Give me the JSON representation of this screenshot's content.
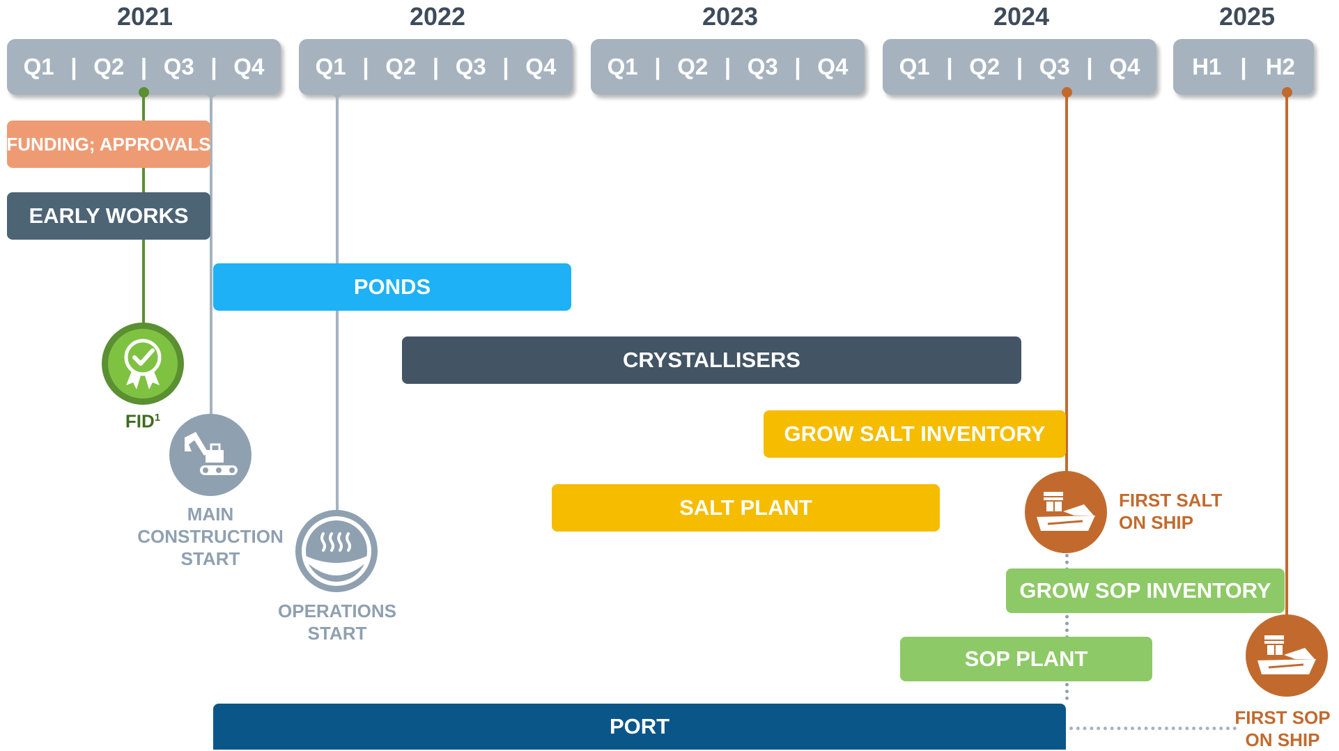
{
  "years": [
    "2021",
    "2022",
    "2023",
    "2024",
    "2025"
  ],
  "periods": {
    "y2021": [
      "Q1",
      "Q2",
      "Q3",
      "Q4"
    ],
    "y2022": [
      "Q1",
      "Q2",
      "Q3",
      "Q4"
    ],
    "y2023": [
      "Q1",
      "Q2",
      "Q3",
      "Q4"
    ],
    "y2024": [
      "Q1",
      "Q2",
      "Q3",
      "Q4"
    ],
    "y2025": [
      "H1",
      "H2"
    ]
  },
  "separator": "|",
  "bars": {
    "funding": "FUNDING; APPROVALS",
    "early_works": "EARLY WORKS",
    "ponds": "PONDS",
    "crystallisers": "CRYSTALLISERS",
    "grow_salt": "GROW SALT INVENTORY",
    "salt_plant": "SALT PLANT",
    "grow_sop": "GROW SOP INVENTORY",
    "sop_plant": "SOP PLANT",
    "port": "PORT"
  },
  "milestones": {
    "fid": "FID",
    "fid_sup": "1",
    "main_construction": [
      "MAIN",
      "CONSTRUCTION",
      "START"
    ],
    "operations": [
      "OPERATIONS",
      "START"
    ],
    "first_salt": [
      "FIRST SALT",
      "ON SHIP"
    ],
    "first_sop": [
      "FIRST SOP",
      "ON SHIP"
    ]
  },
  "colors": {
    "header_gray": "#a6b3bf",
    "funding": "#ee9b74",
    "early_works": "#4d6475",
    "ponds": "#1eb1f5",
    "crystallisers": "#435465",
    "salt": "#f5bc00",
    "sop": "#8dc966",
    "port": "#0a5689",
    "fid_green": "#5a8f32",
    "ship_orange": "#c26a2e",
    "milestone_gray": "#8fa0b0"
  },
  "icons": {
    "fid": "award-badge-check-icon",
    "construction": "excavator-icon",
    "operations": "evaporation-pond-icon",
    "ship": "cargo-ship-icon"
  }
}
